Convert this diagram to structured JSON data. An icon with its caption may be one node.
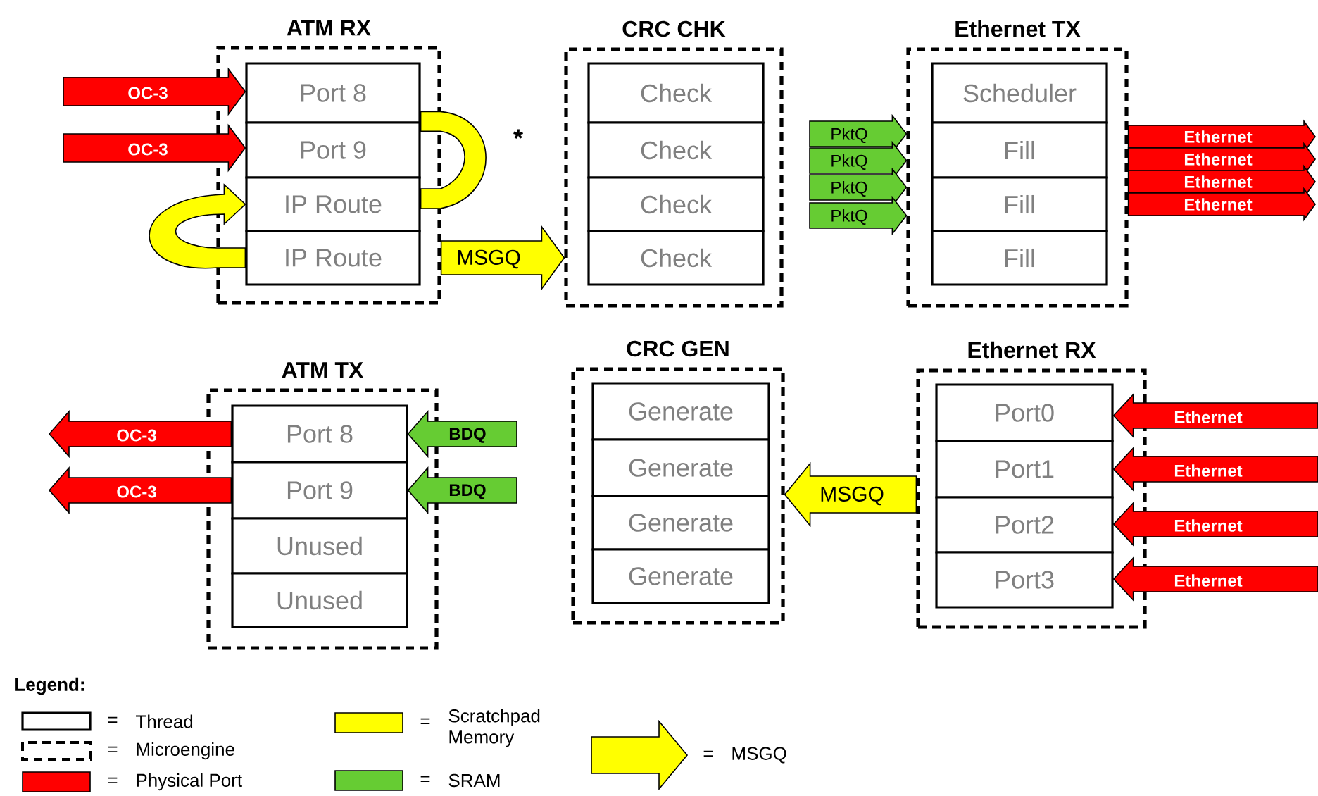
{
  "diagram": {
    "nodes": [
      {
        "text": [
          "ATM RX"
        ]
      },
      {
        "text": [
          "Port 8"
        ],
        "in": 0
      },
      {
        "text": [
          "Port 9"
        ],
        "in": 0
      },
      {
        "text": [
          "IP Route"
        ],
        "in": 0
      },
      {
        "text": [
          "IP Route"
        ],
        "in": 0
      },
      {
        "text": [
          "CRC CHK"
        ]
      },
      {
        "text": [
          "Check"
        ],
        "in": 5
      },
      {
        "text": [
          "Check"
        ],
        "in": 5
      },
      {
        "text": [
          "Check"
        ],
        "in": 5
      },
      {
        "text": [
          "Check"
        ],
        "in": 5
      },
      {
        "text": [
          "Ethernet TX"
        ]
      },
      {
        "text": [
          "Scheduler"
        ],
        "in": 10
      },
      {
        "text": [
          "Fill"
        ],
        "in": 10
      },
      {
        "text": [
          "Fill"
        ],
        "in": 10
      },
      {
        "text": [
          "Fill"
        ],
        "in": 10
      },
      {
        "text": [
          "ATM TX"
        ]
      },
      {
        "text": [
          "Port 8"
        ],
        "in": 15
      },
      {
        "text": [
          "Port 9"
        ],
        "in": 15
      },
      {
        "text": [
          "Unused"
        ],
        "in": 15
      },
      {
        "text": [
          "Unused"
        ],
        "in": 15
      },
      {
        "text": [
          "CRC GEN"
        ]
      },
      {
        "text": [
          "Generate"
        ],
        "in": 20
      },
      {
        "text": [
          "Generate"
        ],
        "in": 20
      },
      {
        "text": [
          "Generate"
        ],
        "in": 20
      },
      {
        "text": [
          "Generate"
        ],
        "in": 20
      },
      {
        "text": [
          "Ethernet RX"
        ]
      },
      {
        "text": [
          "Port0"
        ],
        "in": 25
      },
      {
        "text": [
          "Port1"
        ],
        "in": 25
      },
      {
        "text": [
          "Port2"
        ],
        "in": 25
      },
      {
        "text": [
          "Port3"
        ],
        "in": 25
      }
    ],
    "edges": [
      {
        "from": null,
        "to": 1,
        "arrow": "to",
        "label": "OC-3"
      },
      {
        "from": null,
        "to": 2,
        "arrow": "to",
        "label": "OC-3"
      },
      {
        "from": 2,
        "to": 3,
        "arrow": "none",
        "label": "*",
        "color": "#ffff00"
      },
      {
        "from": 4,
        "to": 3,
        "arrow": "to",
        "color": "#ffff00"
      },
      {
        "from": 0,
        "to": 5,
        "arrow": "to",
        "label": "MSGQ",
        "color": "#ffff00"
      },
      {
        "from": null,
        "to": 10,
        "arrow": "to",
        "label": "PktQ",
        "color": "#66cc33"
      },
      {
        "from": null,
        "to": 10,
        "arrow": "to",
        "label": "PktQ",
        "color": "#66cc33"
      },
      {
        "from": null,
        "to": 10,
        "arrow": "to",
        "label": "PktQ",
        "color": "#66cc33"
      },
      {
        "from": null,
        "to": 10,
        "arrow": "to",
        "label": "PktQ",
        "color": "#66cc33"
      },
      {
        "from": 10,
        "to": null,
        "arrow": "to",
        "label": "Ethernet"
      },
      {
        "from": 10,
        "to": null,
        "arrow": "to",
        "label": "Ethernet"
      },
      {
        "from": 10,
        "to": null,
        "arrow": "to",
        "label": "Ethernet"
      },
      {
        "from": 10,
        "to": null,
        "arrow": "to",
        "label": "Ethernet"
      },
      {
        "from": 16,
        "to": null,
        "arrow": "to",
        "label": "OC-3"
      },
      {
        "from": 17,
        "to": null,
        "arrow": "to",
        "label": "OC-3"
      },
      {
        "from": null,
        "to": 16,
        "arrow": "to",
        "label": "BDQ",
        "color": "#66cc33"
      },
      {
        "from": null,
        "to": 17,
        "arrow": "to",
        "label": "BDQ",
        "color": "#66cc33"
      },
      {
        "from": 25,
        "to": 20,
        "arrow": "to",
        "label": "MSGQ",
        "color": "#ffff00"
      },
      {
        "from": null,
        "to": 26,
        "arrow": "to",
        "label": "Ethernet"
      },
      {
        "from": null,
        "to": 27,
        "arrow": "to",
        "label": "Ethernet"
      },
      {
        "from": null,
        "to": 28,
        "arrow": "to",
        "label": "Ethernet"
      },
      {
        "from": null,
        "to": 29,
        "arrow": "to",
        "label": "Ethernet"
      }
    ],
    "labels": [
      "Legend:",
      "=",
      "=",
      "=",
      "=",
      "=",
      "="
    ],
    "legend": [
      {
        "text": "Thread"
      },
      {
        "text": "Microengine"
      },
      {
        "text": "Physical Port",
        "color": "#ff0000"
      },
      {
        "text": "Scratchpad Memory",
        "color": "#ffff00"
      },
      {
        "text": "SRAM",
        "color": "#66cc33"
      },
      {
        "text": "MSGQ"
      }
    ]
  }
}
